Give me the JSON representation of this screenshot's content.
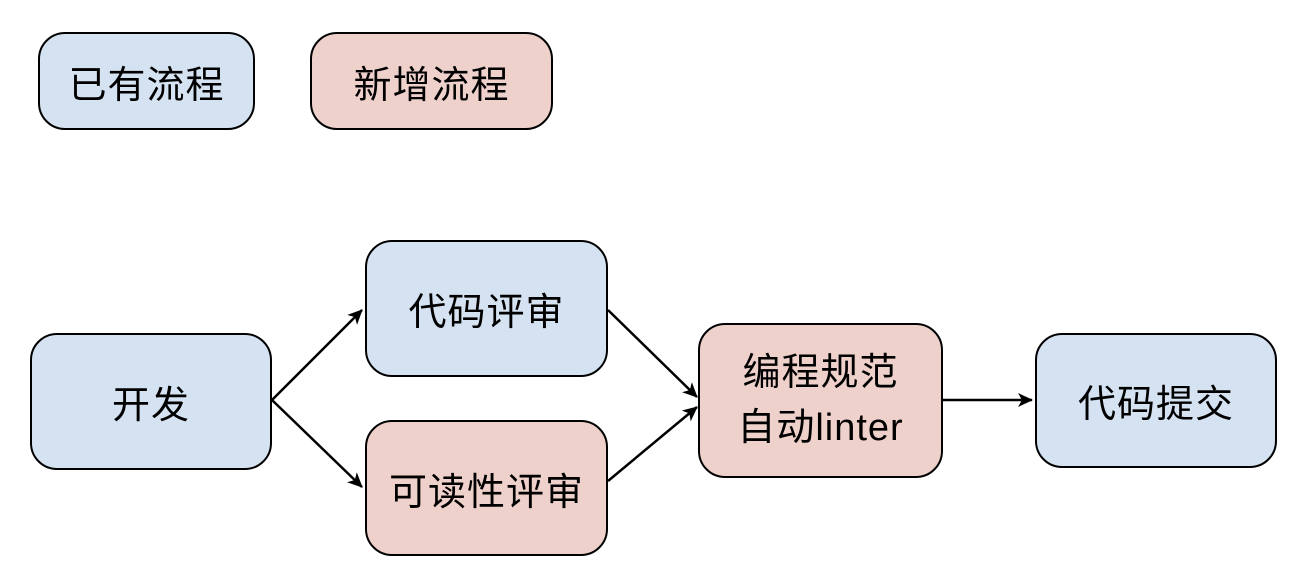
{
  "diagram": {
    "type": "flowchart",
    "description": "Code development workflow showing existing and newly added process steps"
  },
  "colors": {
    "canvas_bg": "#ffffff",
    "existing_fill": "#d5e2f1",
    "new_fill": "#efd1cc",
    "border_color": "#000000",
    "text_color": "#000000"
  },
  "legend": {
    "existing": {
      "label": "已有流程",
      "style": "existing"
    },
    "new": {
      "label": "新增流程",
      "style": "new"
    }
  },
  "nodes": {
    "dev": {
      "label": "开发",
      "style": "existing"
    },
    "code_review": {
      "label": "代码评审",
      "style": "existing"
    },
    "readability_review": {
      "label": "可读性评审",
      "style": "new"
    },
    "linter": {
      "line1": "编程规范",
      "line2": "自动linter",
      "style": "new"
    },
    "commit": {
      "label": "代码提交",
      "style": "existing"
    }
  },
  "edges": [
    {
      "from": "dev",
      "to": "code_review"
    },
    {
      "from": "dev",
      "to": "readability_review"
    },
    {
      "from": "code_review",
      "to": "linter"
    },
    {
      "from": "readability_review",
      "to": "linter"
    },
    {
      "from": "linter",
      "to": "commit"
    }
  ]
}
